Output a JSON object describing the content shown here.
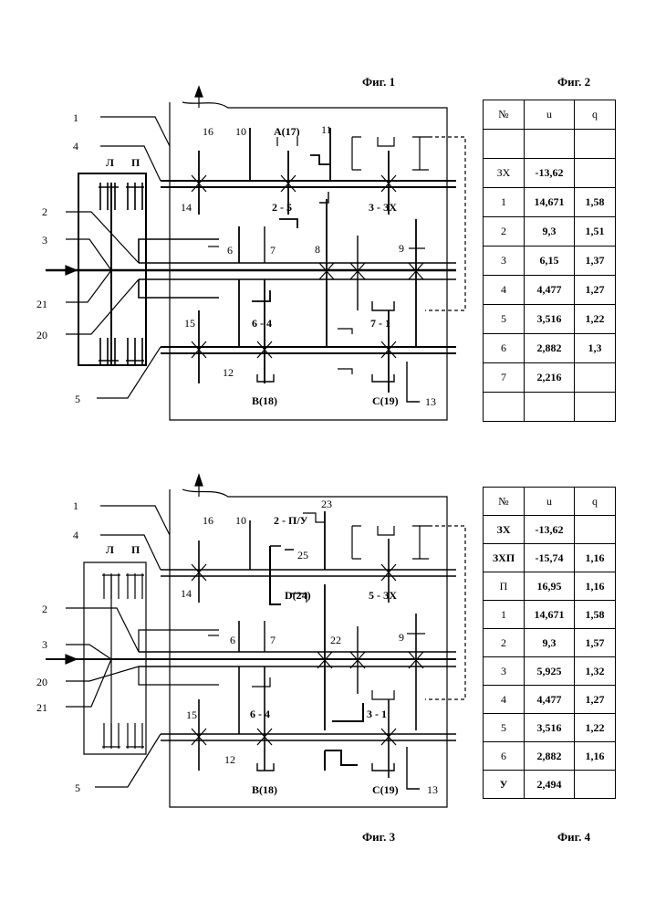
{
  "figures": {
    "fig1": "Фиг. 1",
    "fig2": "Фиг. 2",
    "fig3": "Фиг. 3",
    "fig4": "Фиг. 4"
  },
  "table_fig2": {
    "headers": [
      "№",
      "u",
      "q"
    ],
    "rows": [
      [
        "",
        "",
        ""
      ],
      [
        "ЗХ",
        "-13,62",
        ""
      ],
      [
        "1",
        "14,671",
        "1,58"
      ],
      [
        "2",
        "9,3",
        "1,51"
      ],
      [
        "3",
        "6,15",
        "1,37"
      ],
      [
        "4",
        "4,477",
        "1,27"
      ],
      [
        "5",
        "3,516",
        "1,22"
      ],
      [
        "6",
        "2,882",
        "1,3"
      ],
      [
        "7",
        "2,216",
        ""
      ],
      [
        "",
        "",
        ""
      ]
    ]
  },
  "table_fig4": {
    "headers": [
      "№",
      "u",
      "q"
    ],
    "rows": [
      [
        "ЗХ",
        "-13,62",
        ""
      ],
      [
        "ЗХП",
        "-15,74",
        "1,16"
      ],
      [
        "П",
        "16,95",
        "1,16"
      ],
      [
        "1",
        "14,671",
        "1,58"
      ],
      [
        "2",
        "9,3",
        "1,57"
      ],
      [
        "3",
        "5,925",
        "1,32"
      ],
      [
        "4",
        "4,477",
        "1,27"
      ],
      [
        "5",
        "3,516",
        "1,22"
      ],
      [
        "6",
        "2,882",
        "1,16"
      ],
      [
        "У",
        "2,494",
        ""
      ]
    ]
  },
  "scheme1_labels": {
    "n1": "1",
    "n4": "4",
    "n2": "2",
    "n3": "3",
    "n21": "21",
    "n20": "20",
    "n5": "5",
    "L": "Л",
    "P": "П",
    "n16": "16",
    "n10": "10",
    "A": "A(17)",
    "n11": "11",
    "n14": "14",
    "g25": "2 - 5",
    "g3ZX": "3 - ЗХ",
    "n6": "6",
    "n7": "7",
    "n8": "8",
    "n9": "9",
    "n15": "15",
    "g64": "6 - 4",
    "g71": "7 - 1",
    "n12": "12",
    "B": "B(18)",
    "C": "C(19)",
    "n13": "13"
  },
  "scheme2_labels": {
    "n1": "1",
    "n4": "4",
    "n2": "2",
    "n3": "3",
    "n20": "20",
    "n21": "21",
    "n5": "5",
    "L": "Л",
    "P": "П",
    "n16": "16",
    "n10": "10",
    "g2PU": "2 - П/У",
    "n23": "23",
    "n25": "25",
    "n14": "14",
    "D": "D(24)",
    "g5ZX": "5 - ЗХ",
    "n6": "6",
    "n7": "7",
    "n22": "22",
    "n9": "9",
    "n15": "15",
    "g64": "6 - 4",
    "g31": "3 - 1",
    "n12": "12",
    "B": "B(18)",
    "C": "C(19)",
    "n13": "13"
  }
}
